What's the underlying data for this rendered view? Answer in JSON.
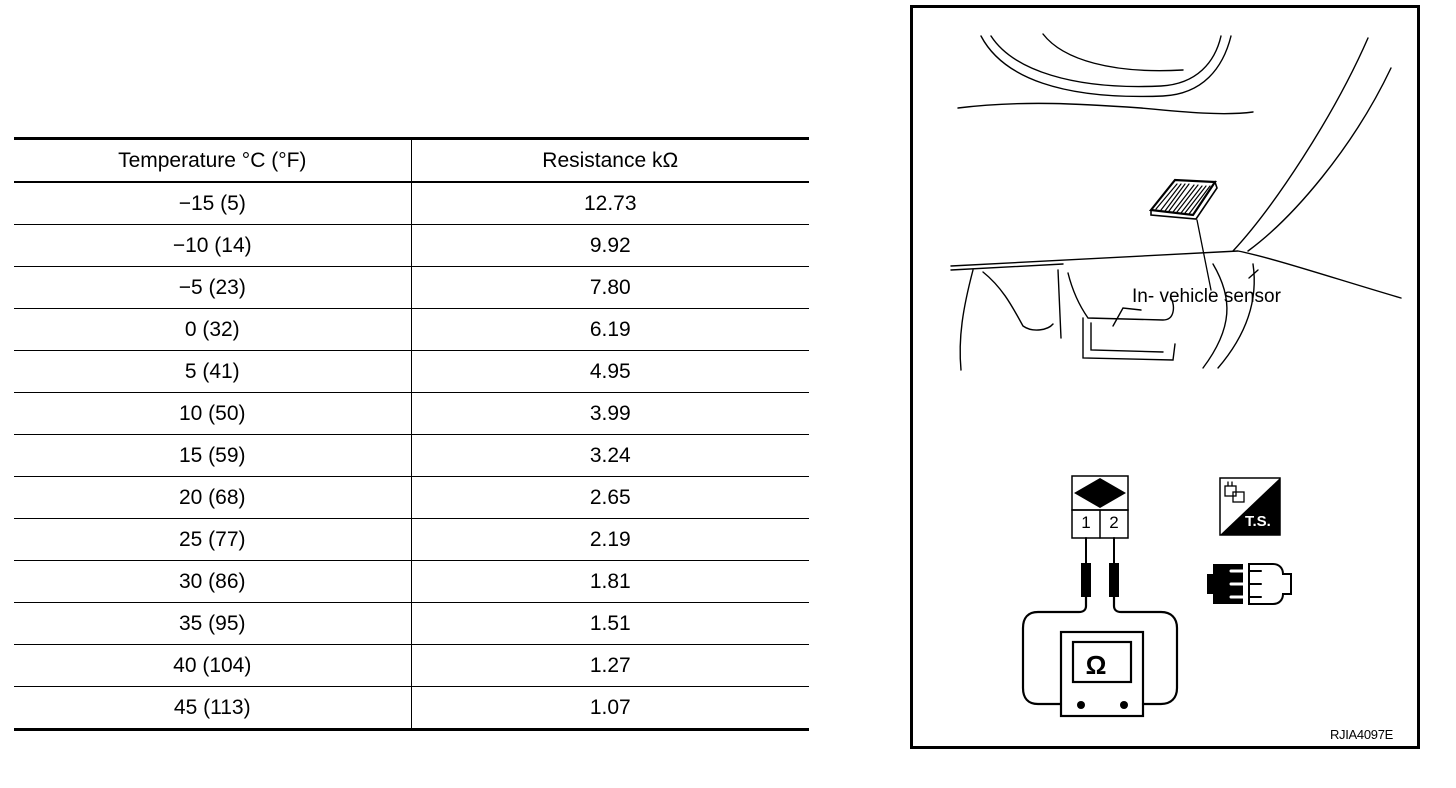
{
  "table": {
    "headers": [
      "Temperature °C (°F)",
      "Resistance kΩ"
    ],
    "rows": [
      [
        "−15 (5)",
        "12.73"
      ],
      [
        "−10 (14)",
        "9.92"
      ],
      [
        "−5 (23)",
        "7.80"
      ],
      [
        "0 (32)",
        "6.19"
      ],
      [
        "5 (41)",
        "4.95"
      ],
      [
        "10 (50)",
        "3.99"
      ],
      [
        "15 (59)",
        "3.24"
      ],
      [
        "20 (68)",
        "2.65"
      ],
      [
        "25 (77)",
        "2.19"
      ],
      [
        "30 (86)",
        "1.81"
      ],
      [
        "35 (95)",
        "1.51"
      ],
      [
        "40 (104)",
        "1.27"
      ],
      [
        "45 (113)",
        "1.07"
      ]
    ]
  },
  "figure": {
    "callout_label": "In- vehicle sensor",
    "connector_terminals": [
      "1",
      "2"
    ],
    "ohmmeter_symbol": "Ω",
    "ts_badge": "T.S.",
    "figure_id": "RJIA4097E",
    "icons": [
      "connector-diamond-icon",
      "ohmmeter-icon",
      "ts-badge-icon",
      "harness-connector-icon"
    ]
  }
}
